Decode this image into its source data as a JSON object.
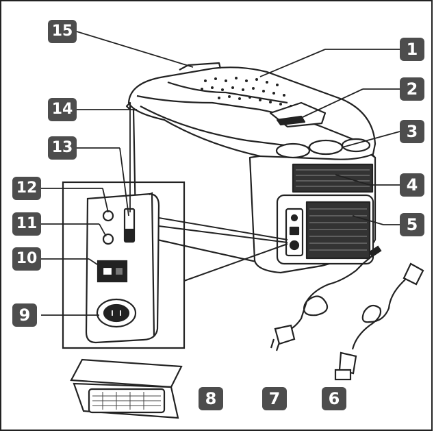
{
  "diagram": {
    "badge_color": "#4d4d4d",
    "line_color": "#222222",
    "callouts": [
      {
        "id": "c15",
        "label": "15"
      },
      {
        "id": "c1",
        "label": "1"
      },
      {
        "id": "c2",
        "label": "2"
      },
      {
        "id": "c14",
        "label": "14"
      },
      {
        "id": "c3",
        "label": "3"
      },
      {
        "id": "c13",
        "label": "13"
      },
      {
        "id": "c4",
        "label": "4"
      },
      {
        "id": "c12",
        "label": "12"
      },
      {
        "id": "c5",
        "label": "5"
      },
      {
        "id": "c11",
        "label": "11"
      },
      {
        "id": "c10",
        "label": "10"
      },
      {
        "id": "c9",
        "label": "9"
      },
      {
        "id": "c8",
        "label": "8"
      },
      {
        "id": "c7",
        "label": "7"
      },
      {
        "id": "c6",
        "label": "6"
      }
    ]
  }
}
